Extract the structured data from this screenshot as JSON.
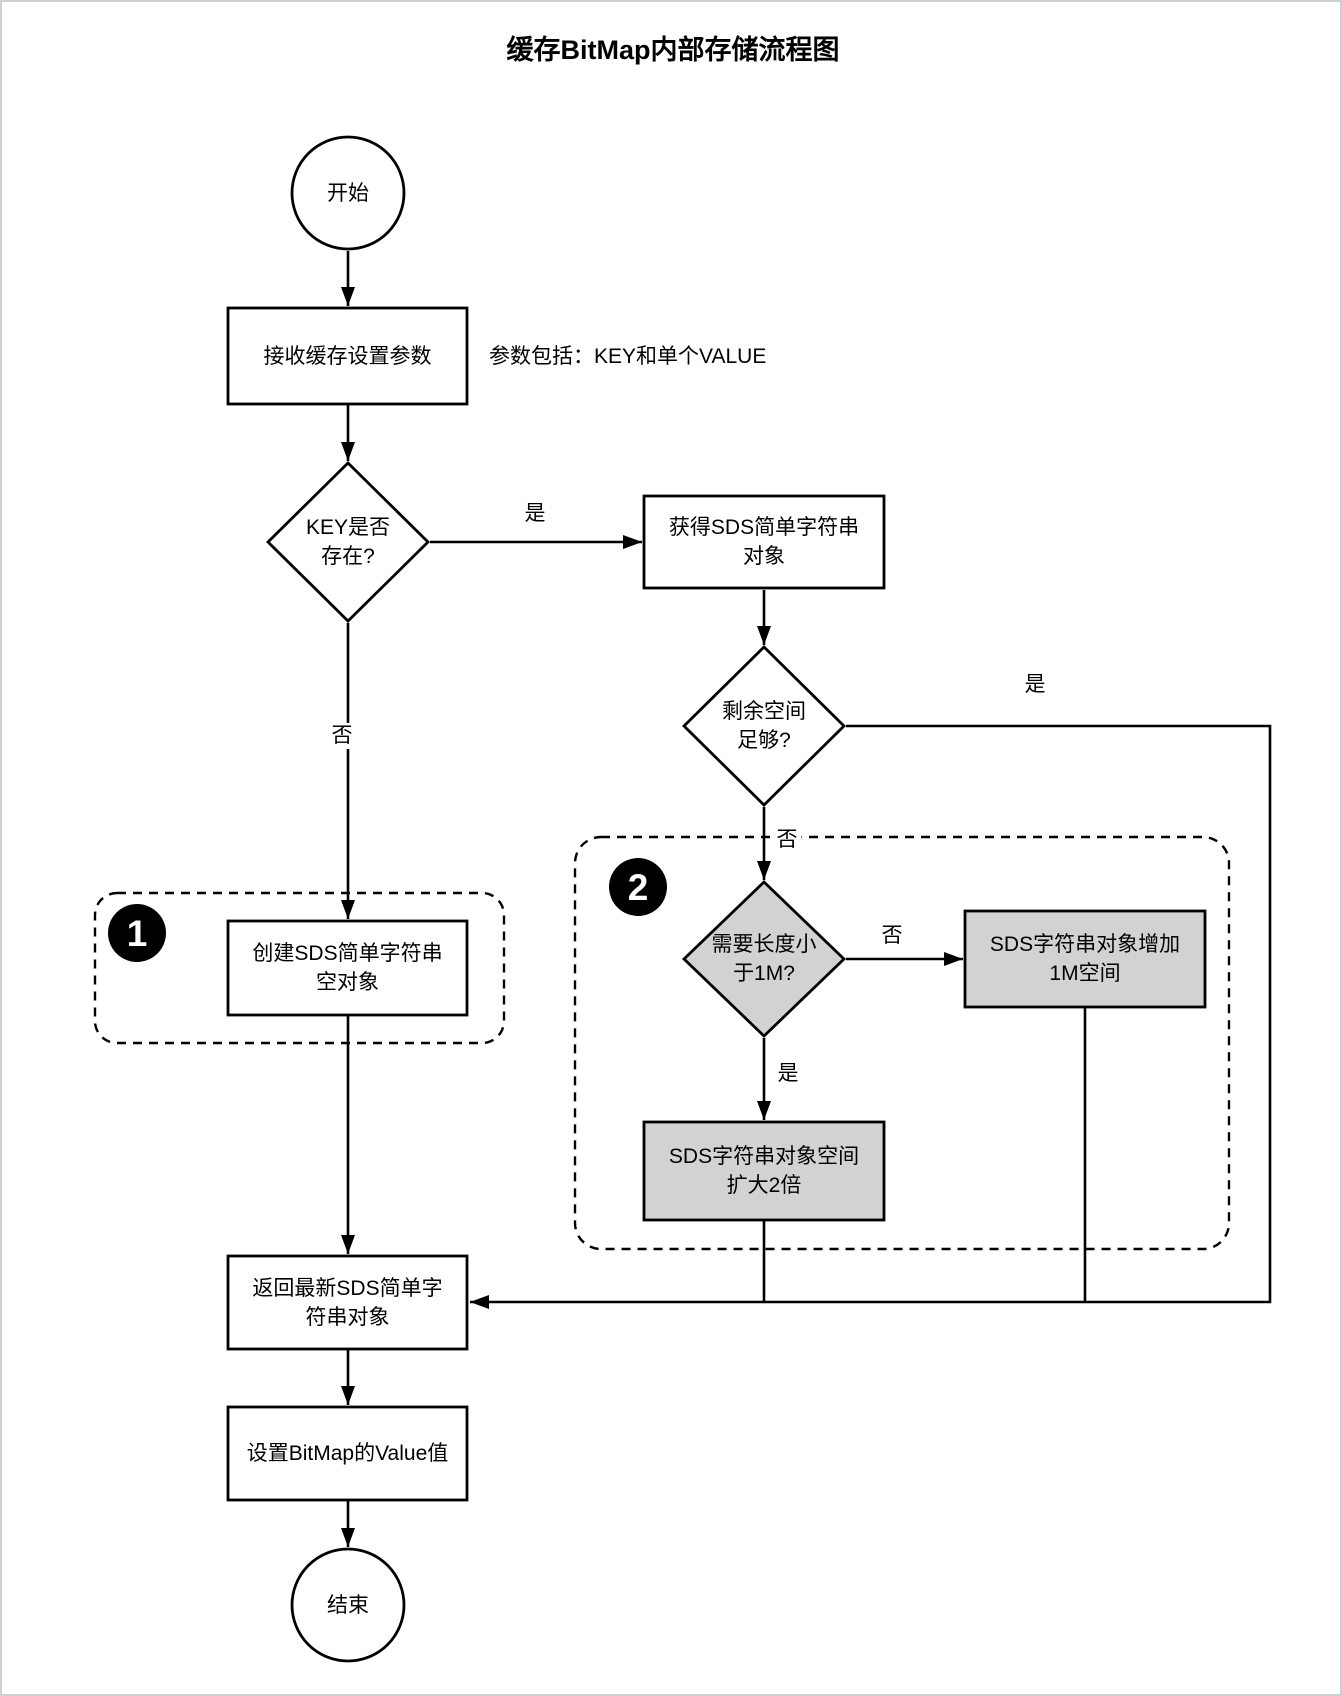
{
  "title": "缓存BitMap内部存储流程图",
  "colors": {
    "line": "#000000",
    "process_fill": "#ffffff",
    "highlight_fill": "#d2d2d2",
    "badge_fill": "#000000",
    "badge_text": "#ffffff",
    "page_border": "#cdd1d6"
  },
  "nodes": {
    "start": {
      "type": "terminal",
      "label": "开始"
    },
    "receive_params": {
      "type": "process",
      "label": "接收缓存设置参数"
    },
    "key_exists": {
      "type": "decision",
      "label": "KEY是否\n存在?"
    },
    "get_sds": {
      "type": "process",
      "label": "获得SDS简单字符串\n对象"
    },
    "space_enough": {
      "type": "decision",
      "label": "剩余空间\n足够?"
    },
    "create_sds": {
      "type": "process",
      "label": "创建SDS简单字符串\n空对象"
    },
    "need_length_lt_1m": {
      "type": "decision",
      "label": "需要长度小\n于1M?"
    },
    "add_1m_space": {
      "type": "process",
      "label": "SDS字符串对象增加\n1M空间"
    },
    "expand_2x": {
      "type": "process",
      "label": "SDS字符串对象空间\n扩大2倍"
    },
    "return_sds": {
      "type": "process",
      "label": "返回最新SDS简单字\n符串对象"
    },
    "set_bitmap_value": {
      "type": "process",
      "label": "设置BitMap的Value值"
    },
    "end": {
      "type": "terminal",
      "label": "结束"
    }
  },
  "annotations": {
    "params_note": "参数包括：KEY和单个VALUE"
  },
  "edge_labels": {
    "key_exists_yes": "是",
    "key_exists_no": "否",
    "space_enough_yes": "是",
    "space_enough_no": "否",
    "need_length_no": "否",
    "need_length_yes": "是"
  },
  "badges": {
    "region1": "1",
    "region2": "2"
  }
}
